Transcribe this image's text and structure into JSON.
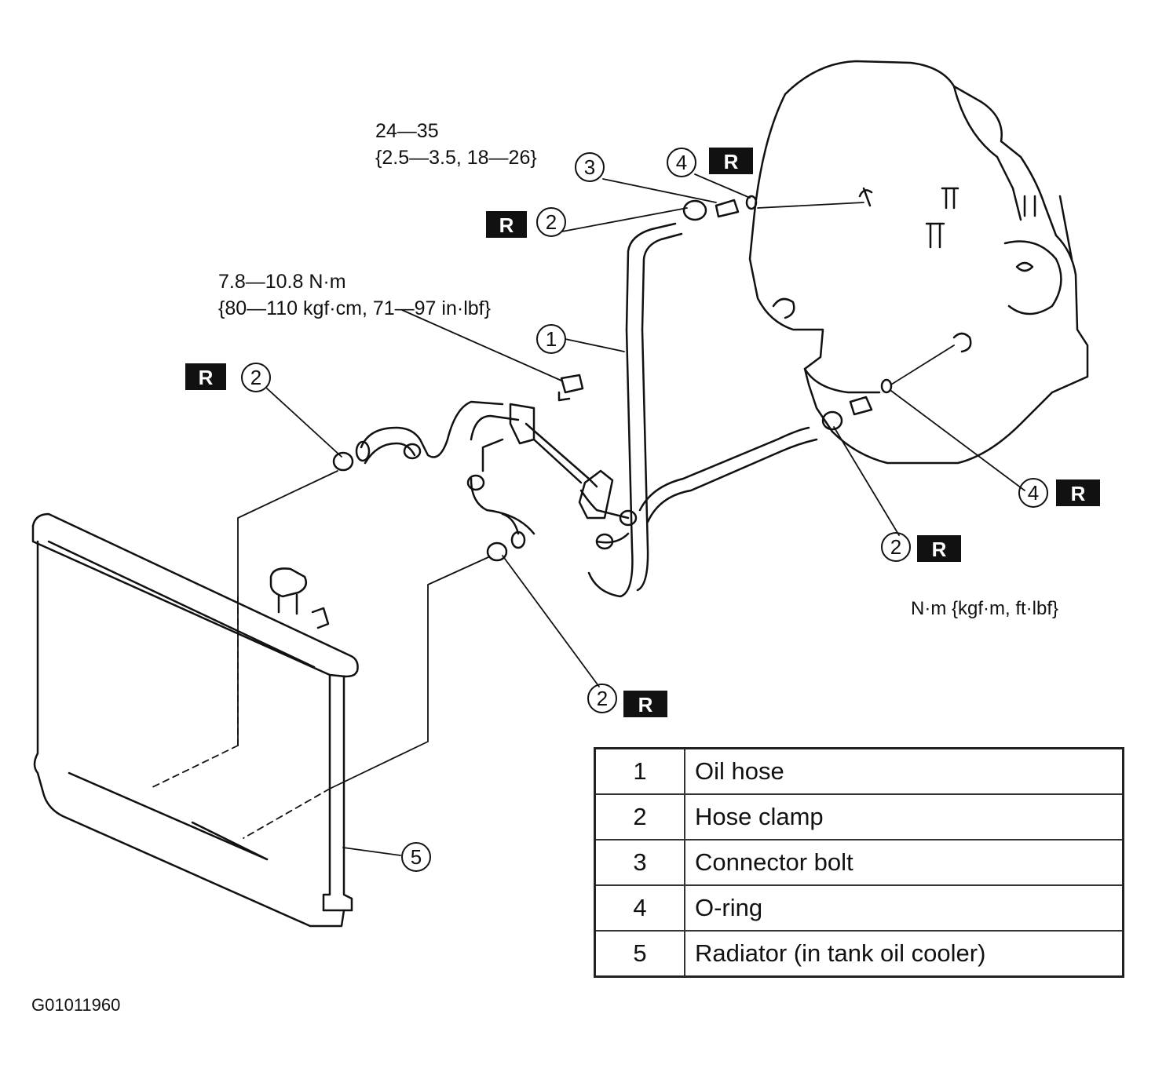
{
  "torque_specs": {
    "connector_bolt_line1": "24—35",
    "connector_bolt_line2": "{2.5—3.5, 18—26}",
    "bracket_bolt_line1": "7.8—10.8 N·m",
    "bracket_bolt_line2": "{80—110 kgf·cm, 71—97 in·lbf}"
  },
  "units_note": "N·m {kgf·m, ft·lbf}",
  "figure_id": "G01011960",
  "replace_badge": "R",
  "callouts": {
    "c1": "1",
    "c2": "2",
    "c3": "3",
    "c4": "4",
    "c5": "5"
  },
  "legend": [
    {
      "number": "1",
      "name": "Oil hose"
    },
    {
      "number": "2",
      "name": "Hose clamp"
    },
    {
      "number": "3",
      "name": "Connector bolt"
    },
    {
      "number": "4",
      "name": "O-ring"
    },
    {
      "number": "5",
      "name": "Radiator (in tank oil cooler)"
    }
  ],
  "colors": {
    "line": "#111111",
    "badge_bg": "#111111",
    "badge_fg": "#ffffff",
    "paper": "#ffffff"
  }
}
